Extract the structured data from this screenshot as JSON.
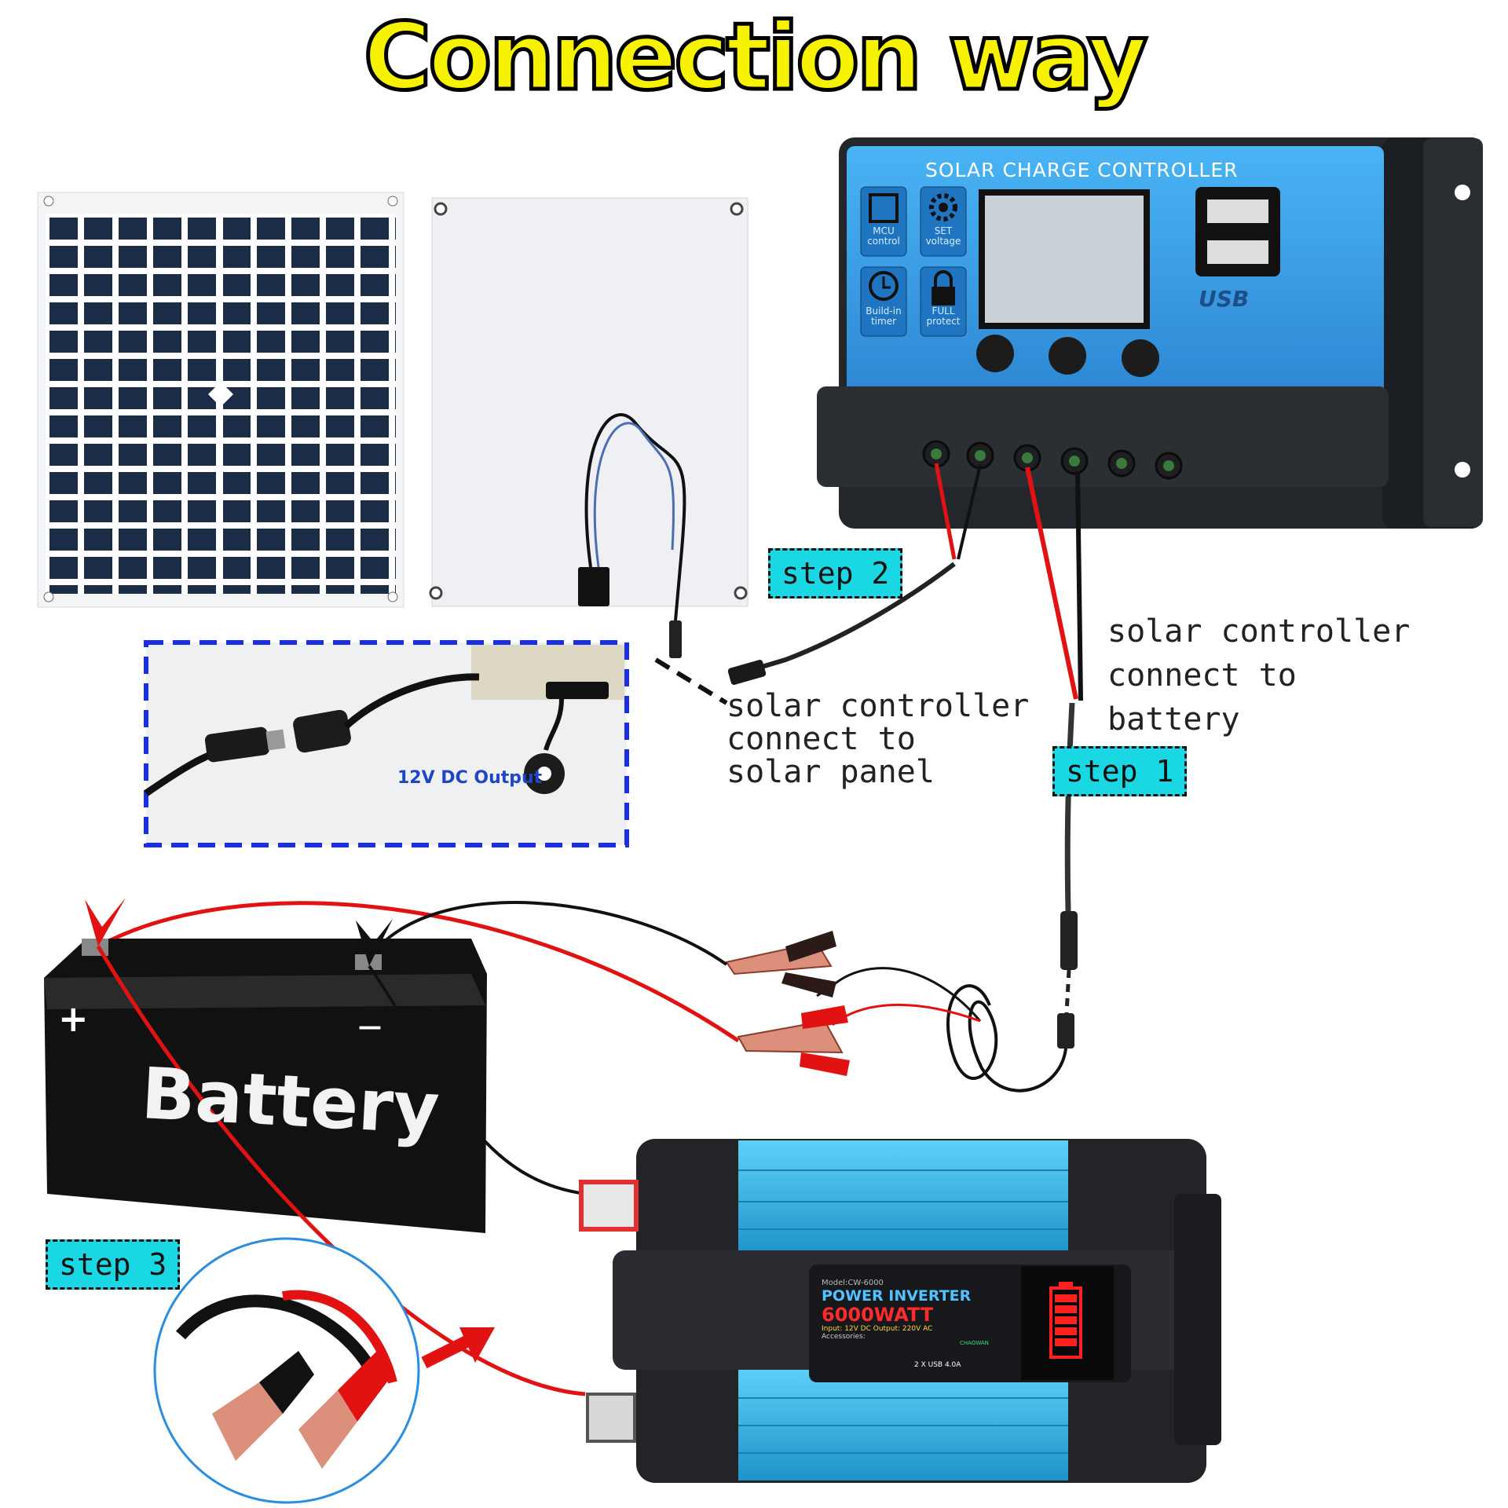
{
  "title": "Connection way",
  "steps": {
    "step1": "step 1",
    "step2": "step 2",
    "step3": "step 3"
  },
  "notes": {
    "panel_connection": [
      "solar controller",
      "connect to",
      "solar panel"
    ],
    "battery_connection": [
      "solar controller",
      "connect to",
      "battery"
    ]
  },
  "controller": {
    "label": "SOLAR CHARGE CONTROLLER",
    "usb_label": "USB",
    "features": [
      {
        "icon": "chip-icon",
        "line1": "MCU",
        "line2": "control"
      },
      {
        "icon": "gear-icon",
        "line1": "SET",
        "line2": "voltage"
      },
      {
        "icon": "clock-icon",
        "line1": "Build-in",
        "line2": "timer"
      },
      {
        "icon": "lock-icon",
        "line1": "FULL",
        "line2": "protect"
      }
    ]
  },
  "dc_output_label": "12V DC Output",
  "battery": {
    "label": "Battery",
    "plus": "+",
    "minus": "—"
  },
  "inverter": {
    "model": "Model:CW-6000",
    "line1": "POWER INVERTER",
    "line2": "6000WATT",
    "spec": "Input: 12V DC  Output: 220V AC",
    "accessories": "Accessories:",
    "usb_spec": "2 X USB 4.0A",
    "brand": "CHAOWAN"
  },
  "colors": {
    "accent_yellow": "#f7f200",
    "step_cyan": "#19d8e3",
    "controller_blue": "#3aa0e8",
    "inverter_blue": "#35b4e8",
    "wire_red": "#e31212"
  }
}
